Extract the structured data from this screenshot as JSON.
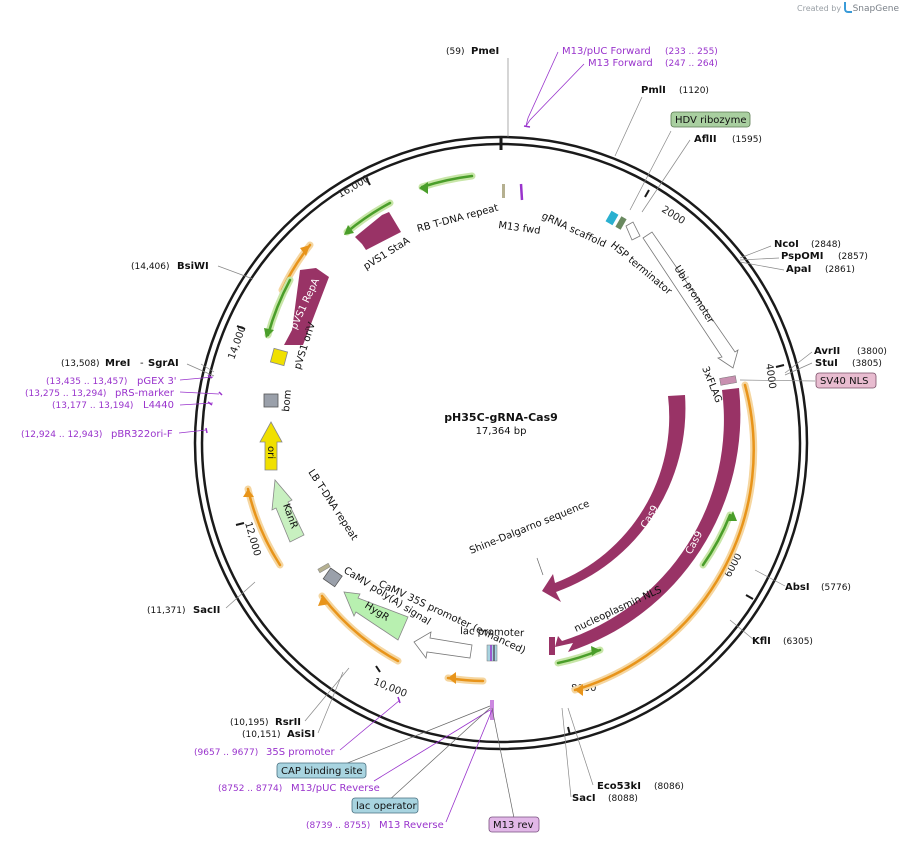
{
  "watermark": {
    "prefix": "Created by",
    "brand": "SnapGene"
  },
  "plasmid": {
    "name": "pH35C-gRNA-Cas9",
    "length": "17,364 bp"
  },
  "ticks": [
    "2000",
    "4000",
    "6000",
    "8000",
    "10,000",
    "12,000",
    "14,000",
    "16,000"
  ],
  "sites": [
    {
      "pos": "(59)",
      "name": "PmeI"
    },
    {
      "name": "PmlI",
      "pos": "(1120)"
    },
    {
      "name": "AflII",
      "pos": "(1595)"
    },
    {
      "name": "NcoI",
      "pos": "(2848)"
    },
    {
      "name": "PspOMI",
      "pos": "(2857)"
    },
    {
      "name": "ApaI",
      "pos": "(2861)"
    },
    {
      "name": "AvrII",
      "pos": "(3800)"
    },
    {
      "name": "StuI",
      "pos": "(3805)"
    },
    {
      "name": "AbsI",
      "pos": "(5776)"
    },
    {
      "name": "KflI",
      "pos": "(6305)"
    },
    {
      "name": "Eco53kI",
      "pos": "(8086)"
    },
    {
      "name": "SacI",
      "pos": "(8088)"
    },
    {
      "pos": "(10,195)",
      "name": "RsrII"
    },
    {
      "pos": "(10,151)",
      "name": "AsiSI"
    },
    {
      "pos": "(11,371)",
      "name": "SacII"
    },
    {
      "pos": "(14,406)",
      "name": "BsiWI"
    },
    {
      "pos": "(13,508)",
      "name": "MreI",
      "name2": "SgrAI"
    }
  ],
  "primers": [
    {
      "name": "M13/pUC Forward",
      "pos": "(233 .. 255)"
    },
    {
      "name": "M13 Forward",
      "pos": "(247 .. 264)"
    },
    {
      "pos": "(13,435 .. 13,457)",
      "name": "pGEX 3'"
    },
    {
      "pos": "(13,275 .. 13,294)",
      "name": "pRS-marker"
    },
    {
      "pos": "(13,177 .. 13,194)",
      "name": "L4440"
    },
    {
      "pos": "(12,924 .. 12,943)",
      "name": "pBR322ori-F"
    },
    {
      "pos": "(9657 .. 9677)",
      "name": "35S promoter"
    },
    {
      "pos": "(8752 .. 8774)",
      "name": "M13/pUC Reverse"
    },
    {
      "pos": "(8739 .. 8755)",
      "name": "M13 Reverse"
    }
  ],
  "boxed_features": [
    {
      "name": "HDV ribozyme",
      "color": "#a9cfa0"
    },
    {
      "name": "SV40 NLS",
      "color": "#e8bcd0"
    },
    {
      "name": "CAP binding site",
      "color": "#a8d4e0"
    },
    {
      "name": "lac operator",
      "color": "#a8d4e0"
    },
    {
      "name": "M13 rev",
      "color": "#e2b8e8"
    }
  ],
  "feature_labels": {
    "rb": "RB T-DNA repeat",
    "m13fwd": "M13 fwd",
    "grna": "gRNA scaffold",
    "hsp": "HSP terminator",
    "ubi": "Ubi promoter",
    "flag": "3xFLAG",
    "pvs1staa": "pVS1 StaA",
    "pvs1repa": "pVS1 RepA",
    "pvs1oriv": "pVS1 oriV",
    "bom": "bom",
    "ori": "ori",
    "kanr": "KanR",
    "lb": "LB T-DNA repeat",
    "shine": "Shine-Dalgarno sequence",
    "cas9a": "Cas9",
    "cas9b": "Cas9",
    "np_nls": "nucleoplasmin NLS",
    "camva": "CaMV poly(A) signal",
    "hygr": "HygR",
    "p35s": "CaMV 35S promoter (enhanced)",
    "plac": "lac promoter"
  },
  "colors": {
    "backbone": "#1a1a1a",
    "cds": "#993366",
    "misc": "#f0a830",
    "primer_site": "#9933cc",
    "green_arc": "#4a9e2a",
    "kanr": "#c8f0c0",
    "ori": "#f0e000",
    "hygr": "#b8f0b0"
  }
}
